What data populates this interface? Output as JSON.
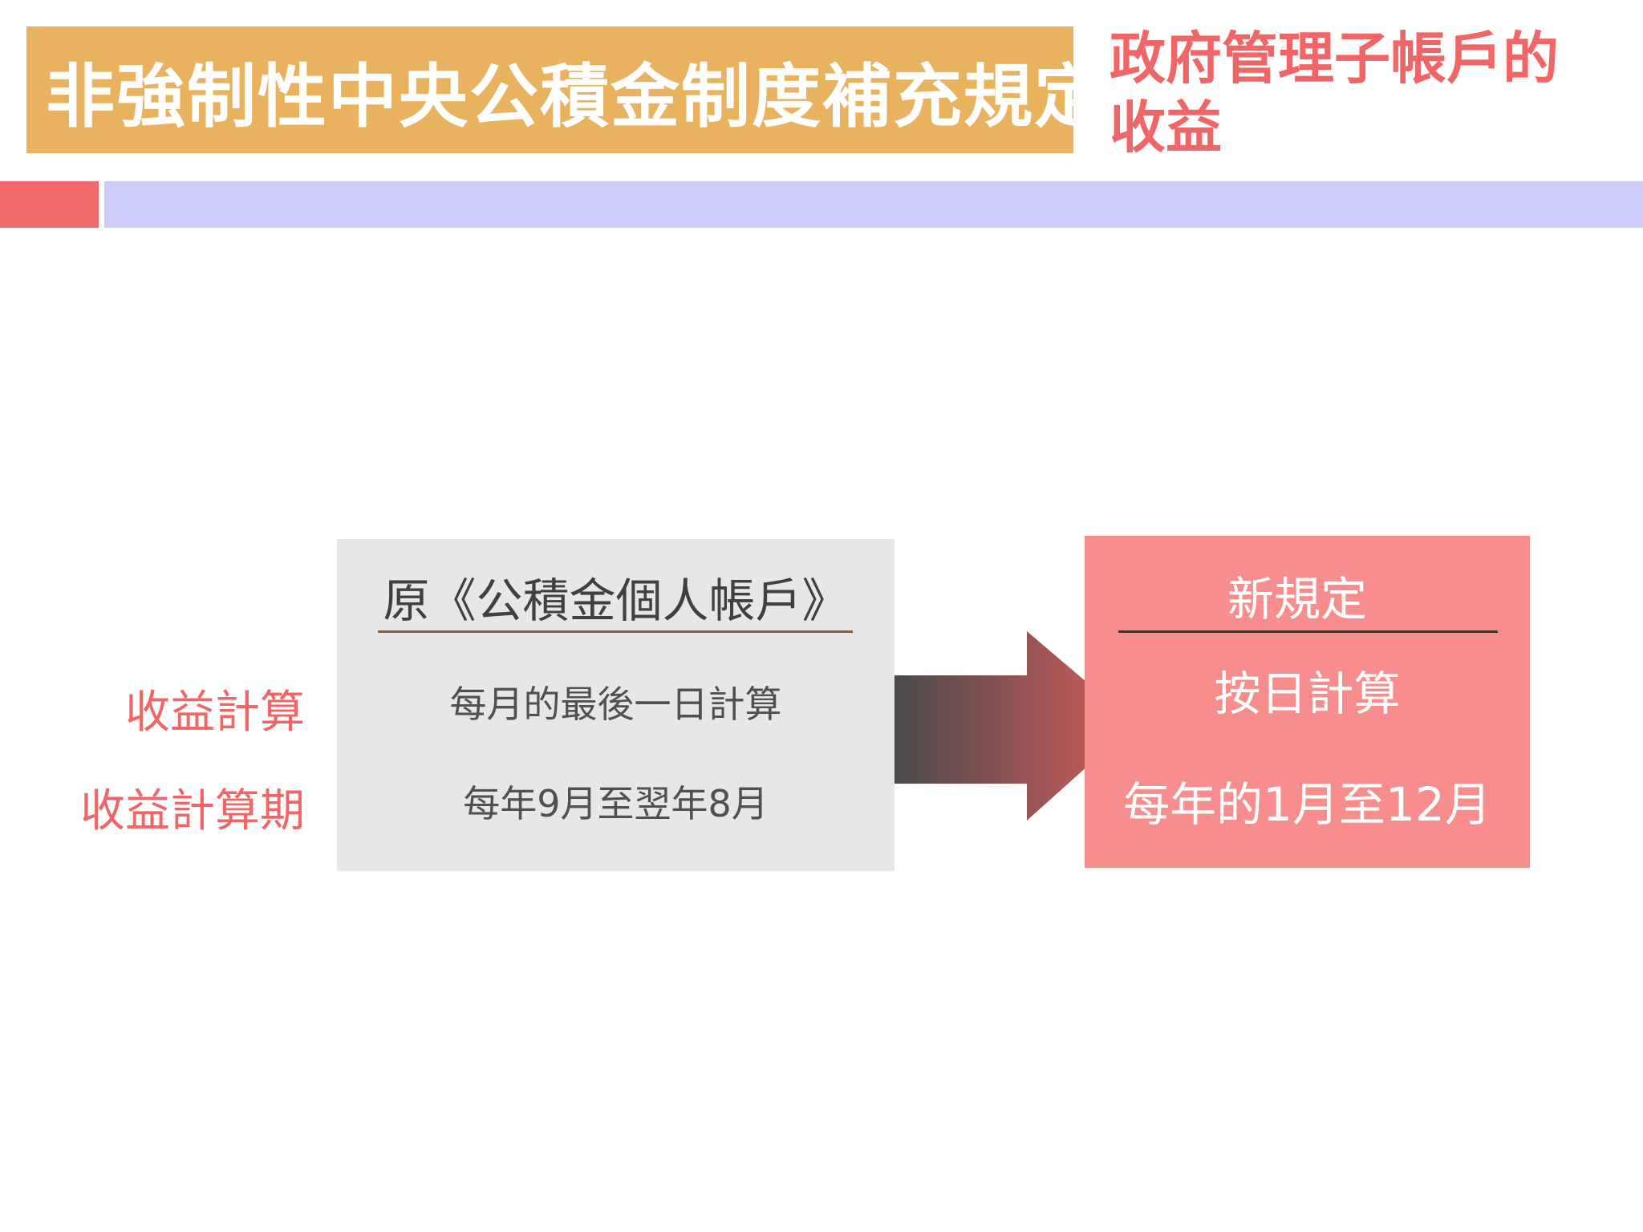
{
  "header": {
    "title": "非強制性中央公積金制度補充規定",
    "subtitle": "政府管理子帳戶的收益"
  },
  "row_labels": [
    "收益計算",
    "收益計算期"
  ],
  "old_rule": {
    "heading": "原《公積金個人帳戶》",
    "calculation": "每月的最後一日計算",
    "period": "每年9月至翌年8月"
  },
  "new_rule": {
    "heading": "新規定",
    "calculation": "按日計算",
    "period": "每年的1月至12月"
  },
  "colors": {
    "title_bg": "#e8b25f",
    "accent_red": "#f06565",
    "band_lilac": "#cccdf9",
    "old_box_bg": "#e7e7e7",
    "new_box_bg": "#f78d8d"
  },
  "icons": {
    "transition": "right-arrow-icon"
  }
}
